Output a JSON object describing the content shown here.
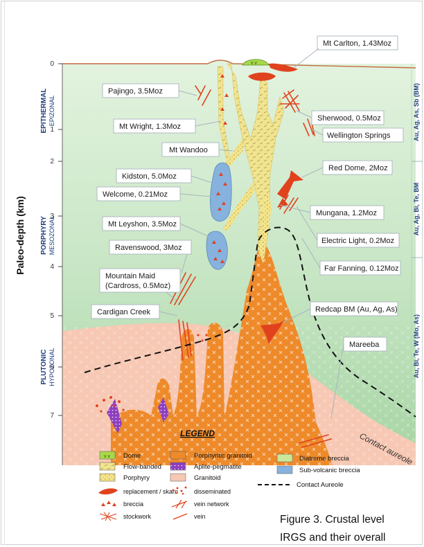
{
  "figure": {
    "axis_label": "Paleo-depth (km)",
    "depth_ticks": [
      "0",
      "1",
      "2",
      "3",
      "4",
      "5",
      "6",
      "7"
    ],
    "zones": [
      {
        "name": "EPITHERMAL",
        "sub": "EPIZONAL"
      },
      {
        "name": "PORPHYRY",
        "sub": "MESOZONAL"
      },
      {
        "name": "PLUTONIC",
        "sub": "HYPOZONAL"
      }
    ],
    "right_labels": [
      "Au, Ag, As, Sb (BM)",
      "Au, Ag, Bi, Te, BM",
      "Au, Bi, Te, W (Mo, As)"
    ],
    "deposits": [
      "Mt Carlton, 1.43Moz",
      "Pajingo, 3.5Moz",
      "Sherwood, 0.5Moz",
      "Mt Wright, 1.3Moz",
      "Wellington Springs",
      "Mt Wandoo",
      "Red Dome, 2Moz",
      "Kidston, 5.0Moz",
      "Welcome, 0.21Moz",
      "Mungana, 1.2Moz",
      "Mt Leyshon, 3.5Moz",
      "Electric Light, 0.2Moz",
      "Ravenswood, 3Moz",
      "Far Fanning, 0.12Moz",
      "Mountain Maid",
      "(Cardross, 0.5Moz)",
      "Redcap BM (Au, Ag, As)",
      "Cardigan Creek",
      "Mareeba"
    ],
    "contact_aureole_label": "Contact aureole",
    "dome_marks": "v  v"
  },
  "legend": {
    "title": "LEGEND",
    "units": [
      "Dome",
      "Flow-banded",
      "Porphyry",
      "Porphyritic granitoid",
      "Aplite-pegmatite",
      "Granitoid",
      "Diatreme breccia",
      "Sub-volcanic breccia"
    ],
    "symbols": [
      "replacement / skarn",
      "breccia",
      "stockwork",
      "disseminated",
      "vein network",
      "vein",
      "Contact Aureole"
    ]
  },
  "caption": {
    "line1": "Figure 3. Crustal level",
    "line2": "IRGS and their overall"
  },
  "colors": {
    "sky_top": "#ffffff",
    "green_bg": "#cfe9cc",
    "green_deep": "#9fd09e",
    "granitoid": "#f7c8b4",
    "porphyritic_granitoid": "#ee8a2a",
    "porphyry": "#f4e48c",
    "subvolcanic_breccia": "#86b2dd",
    "diatreme": "#c9e89a",
    "vein": "#e0421e",
    "aplite": "#8e3fbe",
    "zone_text": "#1d3f7a"
  }
}
